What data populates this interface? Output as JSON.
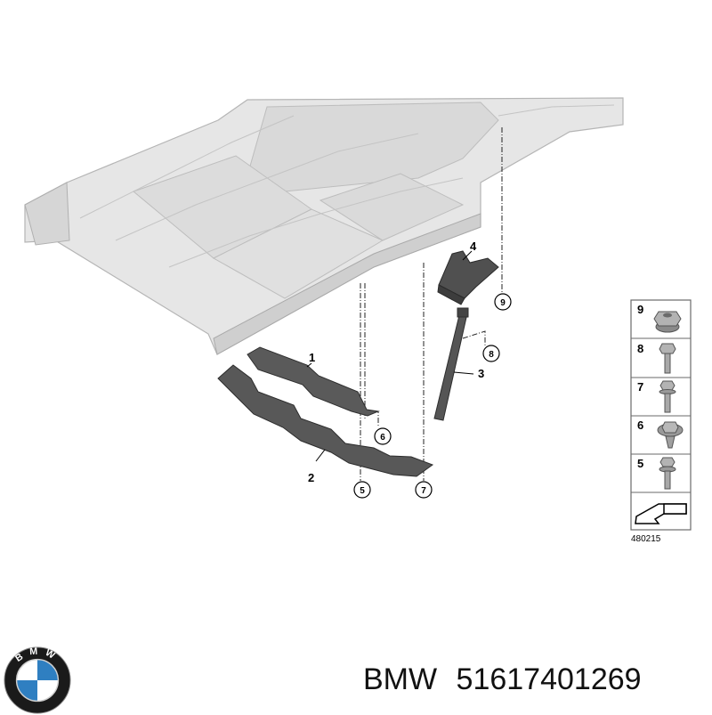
{
  "parts": {
    "callouts": [
      "1",
      "2",
      "3",
      "4"
    ],
    "circled_refs": [
      "5",
      "6",
      "7",
      "8",
      "9"
    ]
  },
  "legend": {
    "items": [
      "9",
      "8",
      "7",
      "6",
      "5"
    ],
    "diagram_code": "480215"
  },
  "footer": {
    "brand": "BMW",
    "part_number": "51617401269",
    "logo_letters": "BMW"
  },
  "colors": {
    "floor_fill": "#e4e4e4",
    "floor_stroke": "#b8b8b8",
    "part_fill": "#5b5b5b",
    "part_dark": "#2e2e2e",
    "logo_blue": "#2f7fc1",
    "logo_ring": "#1a1a1a"
  }
}
